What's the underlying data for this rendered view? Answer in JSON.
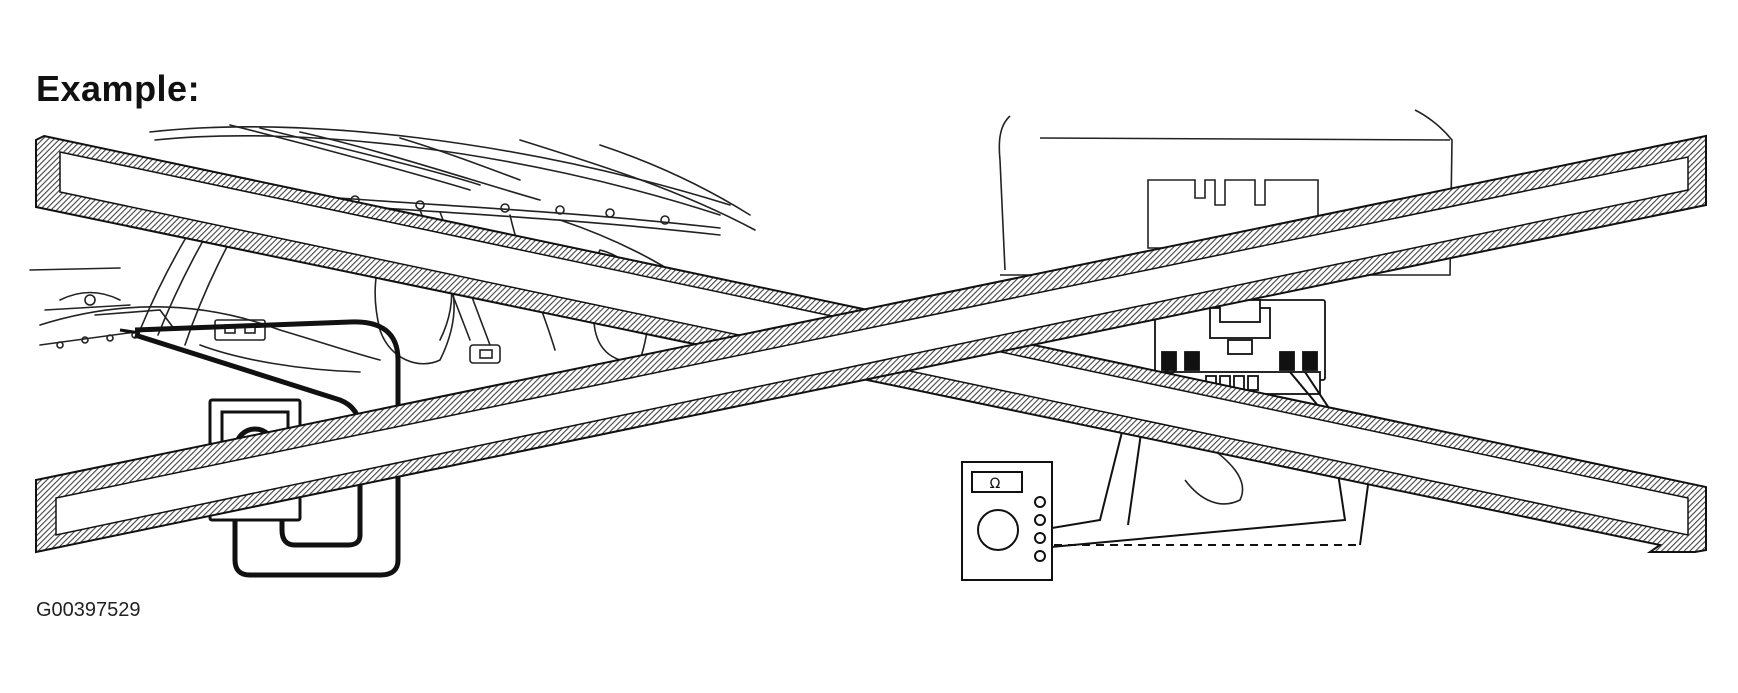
{
  "heading": "Example:",
  "figure_code": "G00397529",
  "left_scene": {
    "meter_icon": "ohm-meter-icon"
  },
  "right_scene": {
    "meter_display": "Ω",
    "meter_icon": "ohm-meter-icon"
  },
  "overlay": {
    "mark": "cross-out",
    "pattern_color": "#555555"
  }
}
